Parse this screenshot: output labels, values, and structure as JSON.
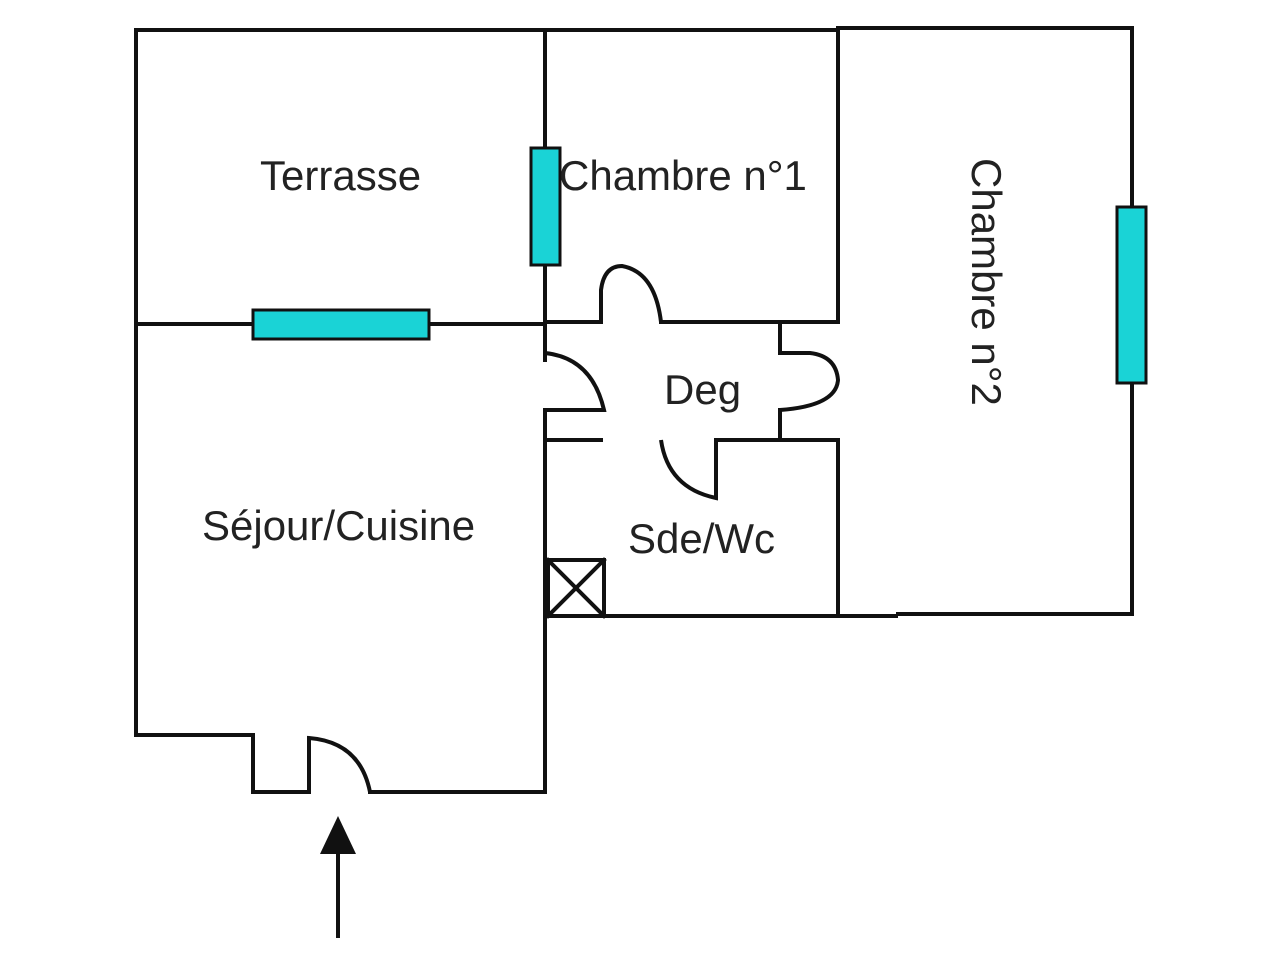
{
  "colors": {
    "wall": "#111111",
    "window": "#1ad3d6",
    "background": "#ffffff"
  },
  "rooms": {
    "terrasse": "Terrasse",
    "chambre1": "Chambre n°1",
    "chambre2": "Chambre n°2",
    "deg": "Deg",
    "sejour": "Séjour/Cuisine",
    "sde": "Sde/Wc"
  },
  "symbols": {
    "entrance": "arrow-up-icon",
    "duct": "crossed-square-icon"
  }
}
